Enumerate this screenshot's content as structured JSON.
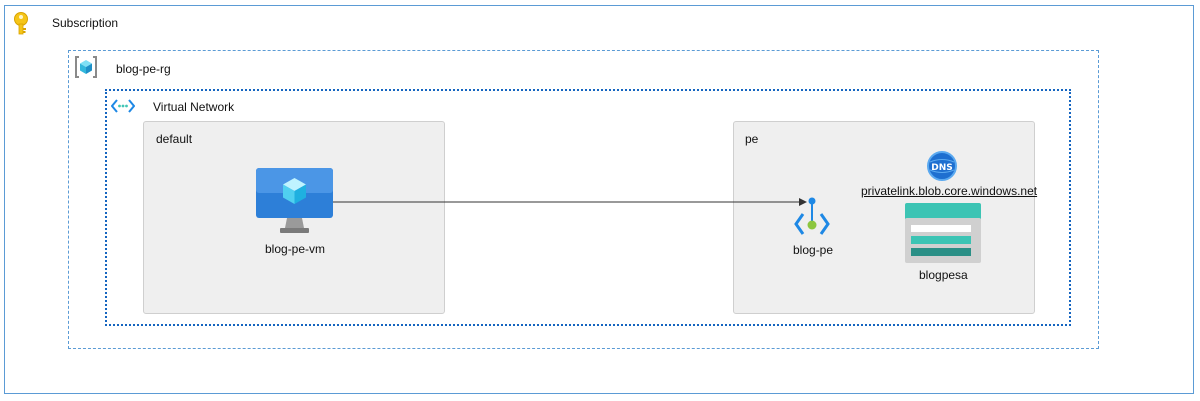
{
  "subscription": {
    "label": "Subscription",
    "icon": "key-icon",
    "color": "#f5c518"
  },
  "resource_group": {
    "label": "blog-pe-rg",
    "icon": "resource-group-icon"
  },
  "vnet": {
    "label": "Virtual Network",
    "icon": "virtual-network-icon"
  },
  "subnets": {
    "default": {
      "label": "default",
      "vm": {
        "label": "blog-pe-vm",
        "icon": "virtual-machine-icon"
      }
    },
    "pe": {
      "label": "pe",
      "endpoint": {
        "label": "blog-pe",
        "icon": "private-endpoint-icon"
      },
      "dns": {
        "badge": "DNS",
        "label": "privatelink.blob.core.windows.net",
        "icon": "dns-zone-icon"
      },
      "storage": {
        "label": "blogpesa",
        "icon": "storage-account-icon"
      }
    }
  },
  "colors": {
    "container_border": "#5b9bd5",
    "vnet_border": "#1565c0",
    "subnet_fill": "#efefef",
    "accent_blue": "#2d7fd8",
    "teal": "#3cc4b4"
  }
}
